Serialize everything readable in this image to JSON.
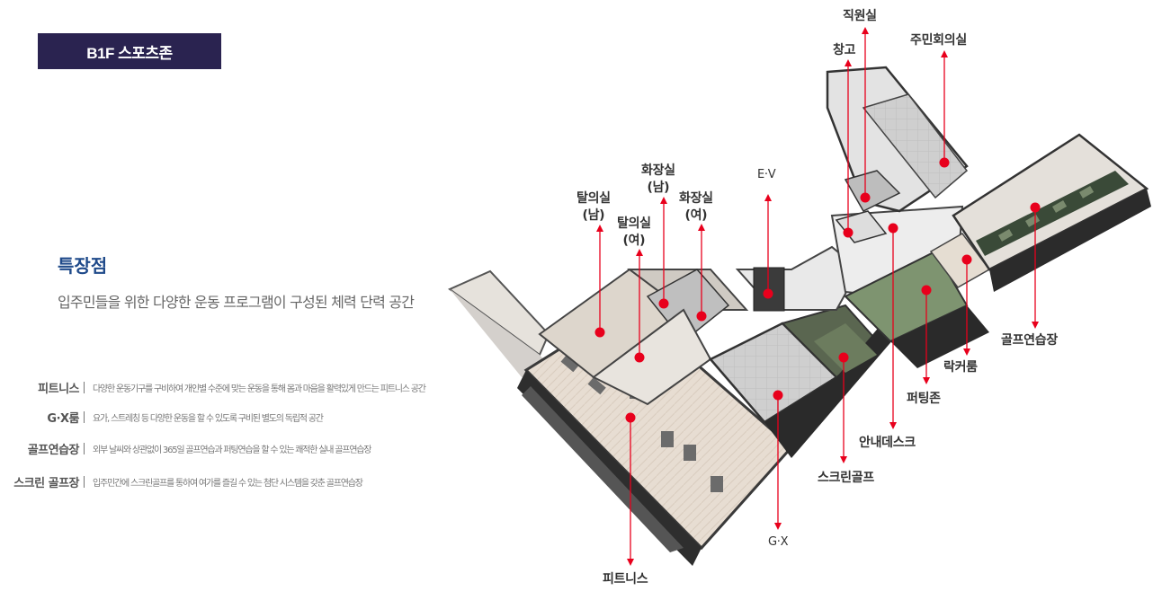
{
  "header": {
    "badge": "B1F 스포츠존"
  },
  "features": {
    "title": "특장점",
    "subtitle": "입주민들을 위한 다양한 운동 프로그램이 구성된 체력 단력 공간",
    "items": [
      {
        "name": "피트니스",
        "desc": "다양한 운동기구를 구비하여 개인별 수준에 맞는 운동을 통해 몸과 마음을 활력있게 만드는 피트니스 공간"
      },
      {
        "name": "G·X룸",
        "desc": "요가, 스트레칭 등 다양한 운동을 할 수 있도록 구비된 별도의 독립적 공간"
      },
      {
        "name": "골프연습장",
        "desc": "외부 날씨와 상관없이 365일 골프연습과 퍼팅연습을 할 수 있는 쾌적한 실내 골프연습장"
      },
      {
        "name": "스크린 골프장",
        "desc": "입주민간에 스크린골프를 통하여 여가를 즐길 수 있는 첨단 시스템을 갖춘 골프연습장"
      }
    ]
  },
  "rooms": {
    "staff": "직원실",
    "storage": "창고",
    "meeting": "주민회의실",
    "locker_m": "탈의실\n(남)",
    "locker_f": "탈의실\n(여)",
    "toilet_m": "화장실\n(남)",
    "toilet_f": "화장실\n(여)",
    "ev": "E·V",
    "golf_practice": "골프연습장",
    "locker_room": "락커룸",
    "putting": "퍼팅존",
    "info_desk": "안내데스크",
    "screen_golf": "스크린골프",
    "gx": "G·X",
    "fitness": "피트니스"
  },
  "colors": {
    "badge": "#2a2350",
    "marker": "#e8001c",
    "title": "#1f4a8a"
  }
}
